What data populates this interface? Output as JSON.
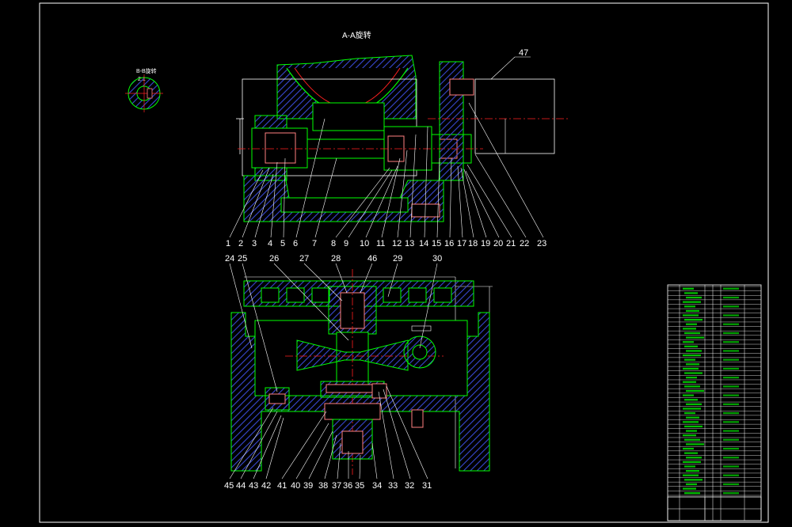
{
  "drawing": {
    "section_title": "A-A旋转",
    "detail_label": "B-B旋转",
    "detail_scale": "2:1",
    "callouts_top": [
      "1",
      "2",
      "3",
      "4",
      "5",
      "6",
      "7",
      "8",
      "9",
      "10",
      "11",
      "12",
      "13",
      "14",
      "15",
      "16",
      "17",
      "18",
      "19",
      "20",
      "21",
      "22",
      "23"
    ],
    "callout_47": "47",
    "callouts_mid": [
      "24",
      "25",
      "26",
      "27",
      "28",
      "46",
      "29",
      "30"
    ],
    "callouts_bottom": [
      "45",
      "44",
      "43",
      "42",
      "41",
      "40",
      "39",
      "38",
      "37",
      "36",
      "35",
      "34",
      "33",
      "32",
      "31"
    ]
  },
  "colors": {
    "background": "#000000",
    "frame": "#ffffff",
    "outline": "#00ff00",
    "hatch": "#3040c0",
    "centerline": "#ff2020",
    "text": "#ffffff"
  }
}
